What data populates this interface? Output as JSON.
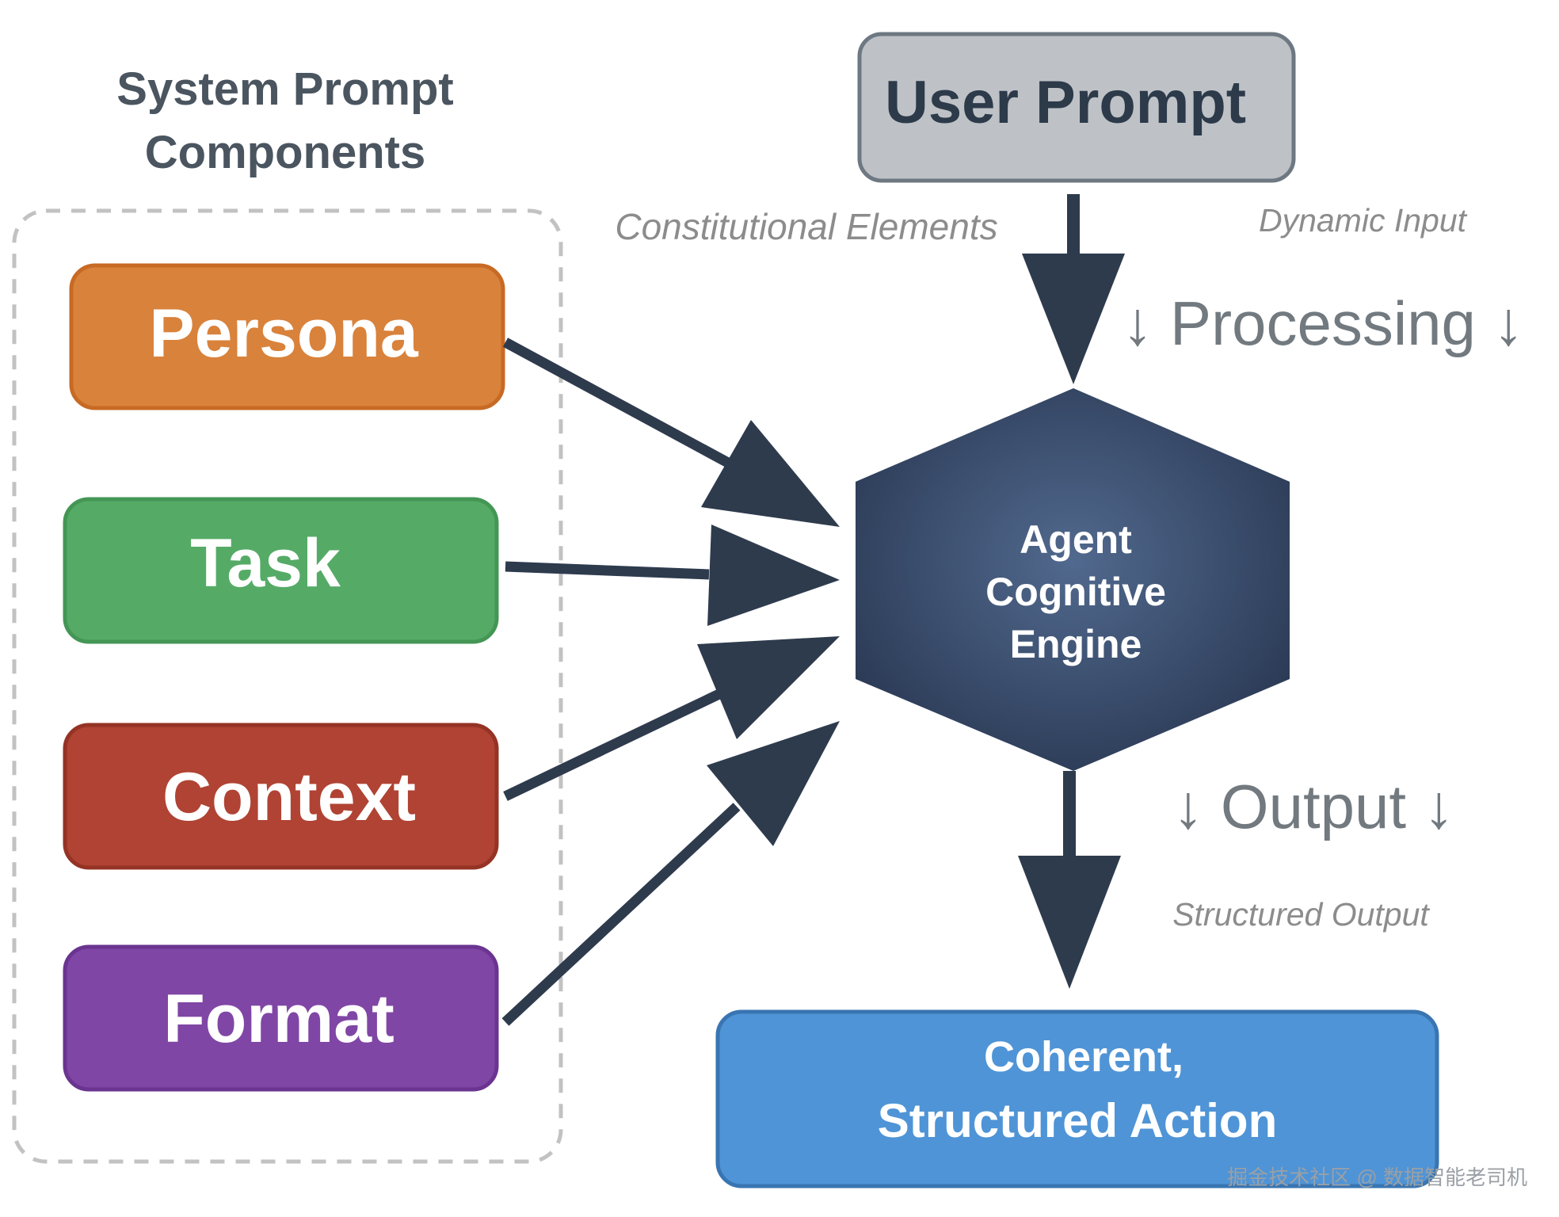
{
  "colors": {
    "persona": "#D9823B",
    "persona_border": "#C76A24",
    "task": "#55AB66",
    "task_border": "#449655",
    "context": "#B04333",
    "context_border": "#953325",
    "format": "#8046A5",
    "format_border": "#6A3490",
    "user_prompt_fill": "#BEC2C6",
    "user_prompt_border": "#6E7882",
    "user_prompt_text": "#2C3A4A",
    "arrow": "#2E3B4D",
    "engine_center": "#51698E",
    "engine_edge": "#2B3A55",
    "action_fill": "#4F94D6",
    "action_border": "#3975B2",
    "annotation_gray": "#8C8C8C",
    "big_label_gray": "#727A80",
    "title_color": "#4A5560",
    "dashed_border": "#C2C2C2",
    "watermark": "#9AA0A6"
  },
  "title": {
    "line1": "System Prompt",
    "line2": "Components"
  },
  "components": [
    {
      "key": "persona",
      "label": "Persona"
    },
    {
      "key": "task",
      "label": "Task"
    },
    {
      "key": "context",
      "label": "Context"
    },
    {
      "key": "format",
      "label": "Format"
    }
  ],
  "user_prompt": {
    "label": "User Prompt"
  },
  "annotations": {
    "constitutional": "Constitutional Elements",
    "dynamic": "Dynamic Input",
    "processing": "↓ Processing ↓",
    "output": "↓ Output ↓",
    "structured_output": "Structured Output"
  },
  "engine": {
    "line1": "Agent",
    "line2": "Cognitive",
    "line3": "Engine"
  },
  "action": {
    "line1": "Coherent,",
    "line2": "Structured Action"
  },
  "watermark": "掘金技术社区 @ 数据智能老司机"
}
